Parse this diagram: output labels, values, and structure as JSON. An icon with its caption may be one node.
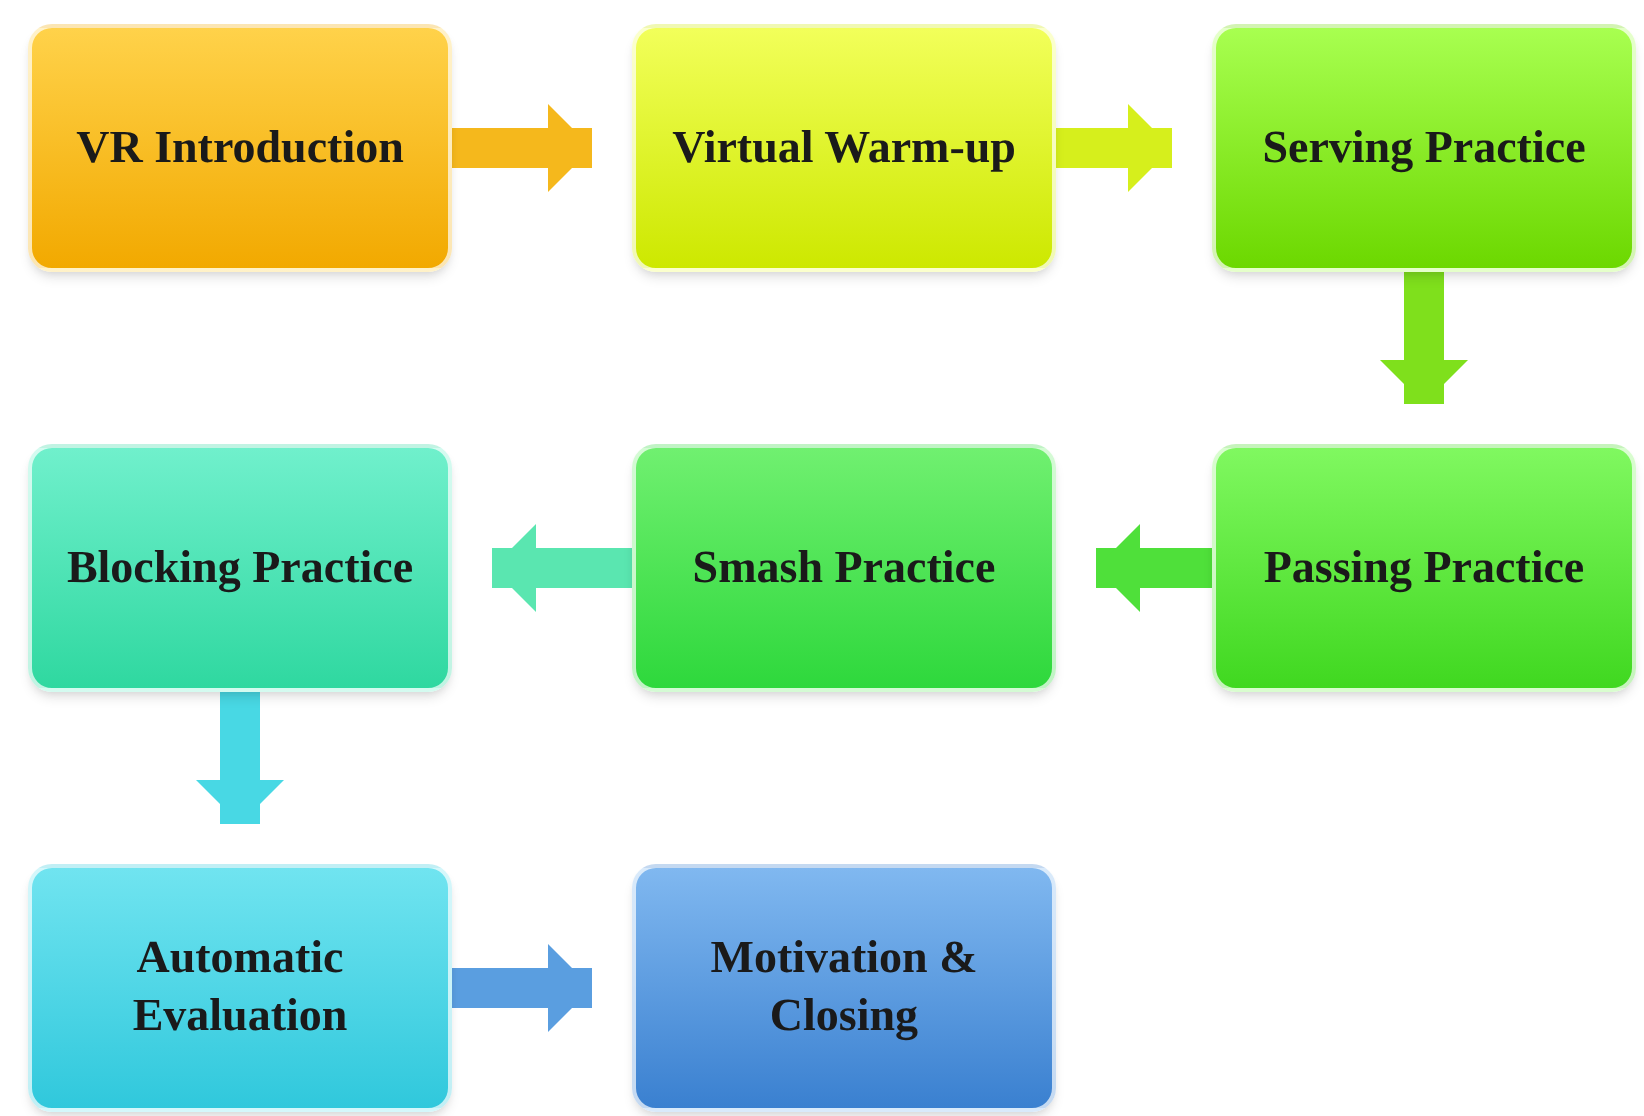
{
  "diagram": {
    "nodes": [
      {
        "text": [
          "VR Introduction"
        ]
      },
      {
        "text": [
          "Virtual Warm-up"
        ]
      },
      {
        "text": [
          "Serving Practice"
        ]
      },
      {
        "text": [
          "Blocking Practice"
        ]
      },
      {
        "text": [
          "Smash Practice"
        ]
      },
      {
        "text": [
          "Passing Practice"
        ]
      },
      {
        "text": [
          "Automatic Evaluation"
        ]
      },
      {
        "text": [
          "Motivation & Closing"
        ]
      }
    ],
    "edges": [
      {
        "from": 0,
        "to": 1,
        "arrow": "to",
        "color": "#f5b81c"
      },
      {
        "from": 1,
        "to": 2,
        "arrow": "to",
        "color": "#d6ef1c"
      },
      {
        "from": 2,
        "to": 5,
        "arrow": "to",
        "color": "#7fe01c"
      },
      {
        "from": 5,
        "to": 4,
        "arrow": "to",
        "color": "#4fe03a"
      },
      {
        "from": 4,
        "to": 3,
        "arrow": "to",
        "color": "#5ae6b0"
      },
      {
        "from": 3,
        "to": 6,
        "arrow": "to",
        "color": "#48d8e4"
      },
      {
        "from": 6,
        "to": 7,
        "arrow": "to",
        "color": "#5a9ee0"
      }
    ]
  }
}
